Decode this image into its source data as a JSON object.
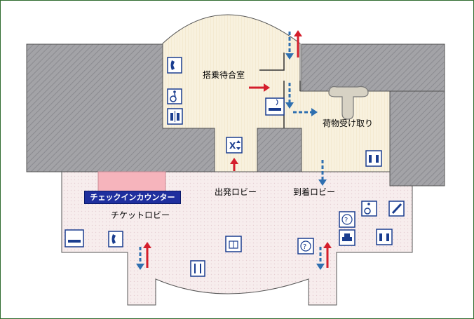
{
  "labels": {
    "boarding_lounge": "搭乗待合室",
    "baggage_claim": "荷物受け取り",
    "departure_lobby": "出発ロビー",
    "arrival_lobby": "到着ロビー",
    "checkin_counter": "チェックインカウンター",
    "ticket_lobby": "チケットロビー"
  },
  "colors": {
    "wall": "#9c9ca0",
    "floor_upper": "#f7f0dc",
    "floor_lower": "#f7eaea",
    "counter_band": "#f6b4bc",
    "checkin_bg": "#1f2f9e",
    "icon": "#1a3d8f",
    "arrow_up": "#d41e2c",
    "arrow_down": "#2e6fb0",
    "border": "#2e6b2e"
  },
  "icons": [
    "telephone-icon",
    "wheelchair-icon",
    "restroom-icon",
    "smoking-area-icon",
    "elevator-icon",
    "baggage-carousel-icon",
    "gift-shop-icon",
    "restaurant-icon",
    "information-icon",
    "taxi-icon",
    "fire-extinguisher-icon"
  ]
}
